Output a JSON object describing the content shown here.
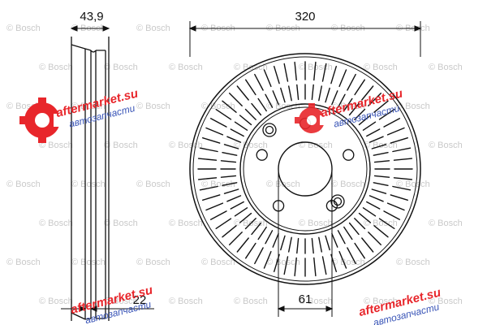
{
  "dimensions": {
    "hub_thickness": "43,9",
    "outer_diameter": "320",
    "disc_thickness": "22",
    "center_bore": "61"
  },
  "watermark": {
    "text": "© Bosch"
  },
  "overlay": {
    "site": "aftermarket.su",
    "tagline": "автозапчасти"
  },
  "colors": {
    "line": "#111111",
    "watermark": "#c9c9c9",
    "brand_red": "#e8262b",
    "brand_blue": "#3a55b7"
  }
}
